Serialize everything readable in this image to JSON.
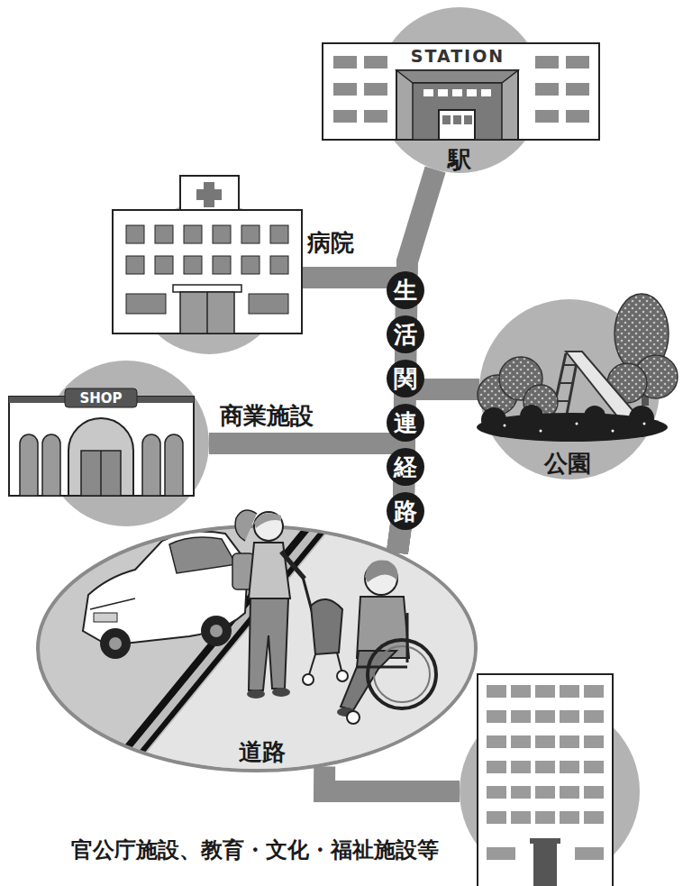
{
  "diagram": {
    "nodes": [
      {
        "text": [
          "駅"
        ]
      },
      {
        "text": [
          "病院"
        ]
      },
      {
        "text": [
          "公園"
        ]
      },
      {
        "text": [
          "商業施設"
        ]
      },
      {
        "text": [
          "道路"
        ]
      },
      {
        "text": [
          "官公庁施設、教育・文化・福祉施設等"
        ]
      }
    ],
    "edges": [
      {
        "from": 0,
        "to": 4,
        "arrow": "none",
        "label": "生活関連経路"
      },
      {
        "from": 1,
        "to": 4,
        "arrow": "none"
      },
      {
        "from": 2,
        "to": 4,
        "arrow": "none"
      },
      {
        "from": 3,
        "to": 4,
        "arrow": "none"
      },
      {
        "from": 4,
        "to": 5,
        "arrow": "none"
      }
    ],
    "labels": [
      "STATION",
      "SHOP"
    ]
  }
}
